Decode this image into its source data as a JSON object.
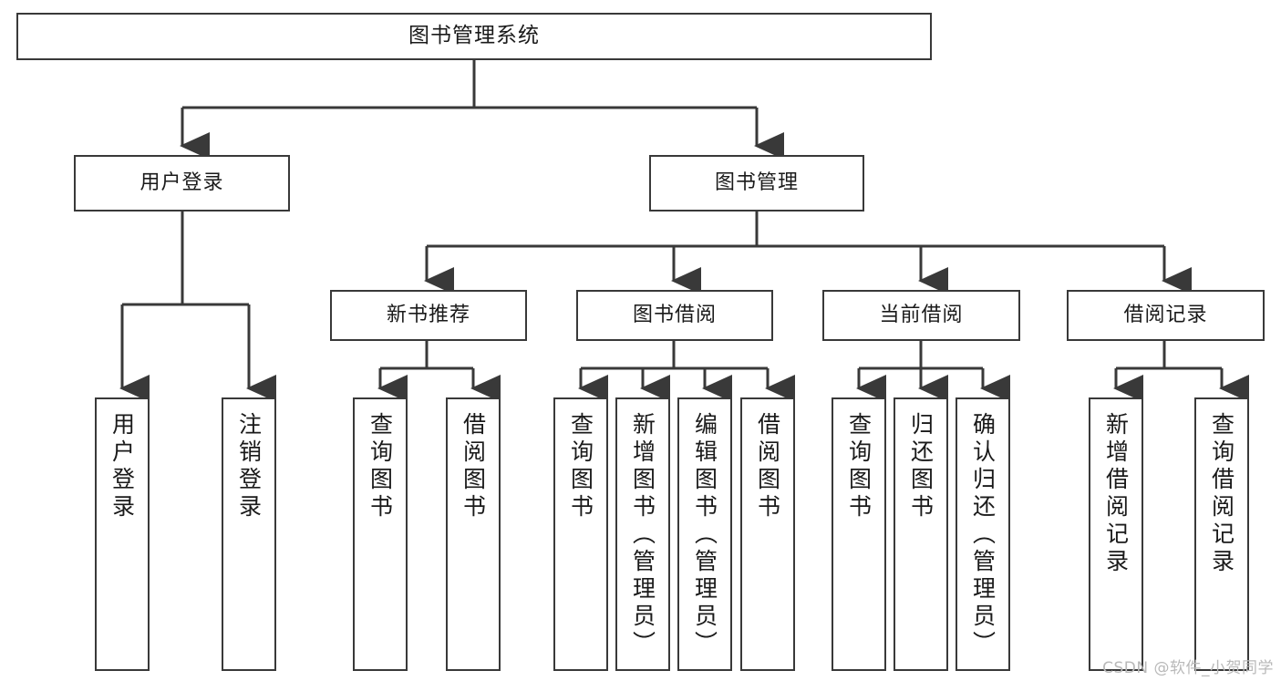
{
  "diagram": {
    "title": "图书管理系统",
    "type": "hierarchy-tree",
    "levels": 4,
    "line_color": "#393939",
    "box_fill": "#ffffff",
    "text_color": "#1a1a1a"
  },
  "nodes": {
    "root": {
      "label": "图书管理系统",
      "level": 1
    },
    "level2": [
      {
        "id": "user-login",
        "label": "用户登录"
      },
      {
        "id": "book-manage",
        "label": "图书管理"
      }
    ],
    "level3": [
      {
        "id": "new-book-recommend",
        "label": "新书推荐",
        "parent": "book-manage"
      },
      {
        "id": "book-borrow",
        "label": "图书借阅",
        "parent": "book-manage"
      },
      {
        "id": "current-borrow",
        "label": "当前借阅",
        "parent": "book-manage"
      },
      {
        "id": "borrow-record",
        "label": "借阅记录",
        "parent": "book-manage"
      }
    ],
    "leaves": [
      {
        "id": "leaf-user-login",
        "label": "用户登录",
        "parent": "user-login"
      },
      {
        "id": "leaf-logout",
        "label": "注销登录",
        "parent": "user-login"
      },
      {
        "id": "leaf-query-book-1",
        "label": "查询图书",
        "parent": "new-book-recommend"
      },
      {
        "id": "leaf-borrow-book-1",
        "label": "借阅图书",
        "parent": "new-book-recommend"
      },
      {
        "id": "leaf-query-book-2",
        "label": "查询图书",
        "parent": "book-borrow"
      },
      {
        "id": "leaf-add-book",
        "label": "新增图书（管理员）",
        "parent": "book-borrow"
      },
      {
        "id": "leaf-edit-book",
        "label": "编辑图书（管理员）",
        "parent": "book-borrow"
      },
      {
        "id": "leaf-borrow-book-2",
        "label": "借阅图书",
        "parent": "book-borrow"
      },
      {
        "id": "leaf-query-book-3",
        "label": "查询图书",
        "parent": "current-borrow"
      },
      {
        "id": "leaf-return-book",
        "label": "归还图书",
        "parent": "current-borrow"
      },
      {
        "id": "leaf-confirm-return",
        "label": "确认归还（管理员）",
        "parent": "current-borrow"
      },
      {
        "id": "leaf-add-record",
        "label": "新增借阅记录",
        "parent": "borrow-record"
      },
      {
        "id": "leaf-query-record",
        "label": "查询借阅记录",
        "parent": "borrow-record"
      }
    ]
  },
  "watermark": {
    "text": "CSDN @软件_小贺同学"
  }
}
